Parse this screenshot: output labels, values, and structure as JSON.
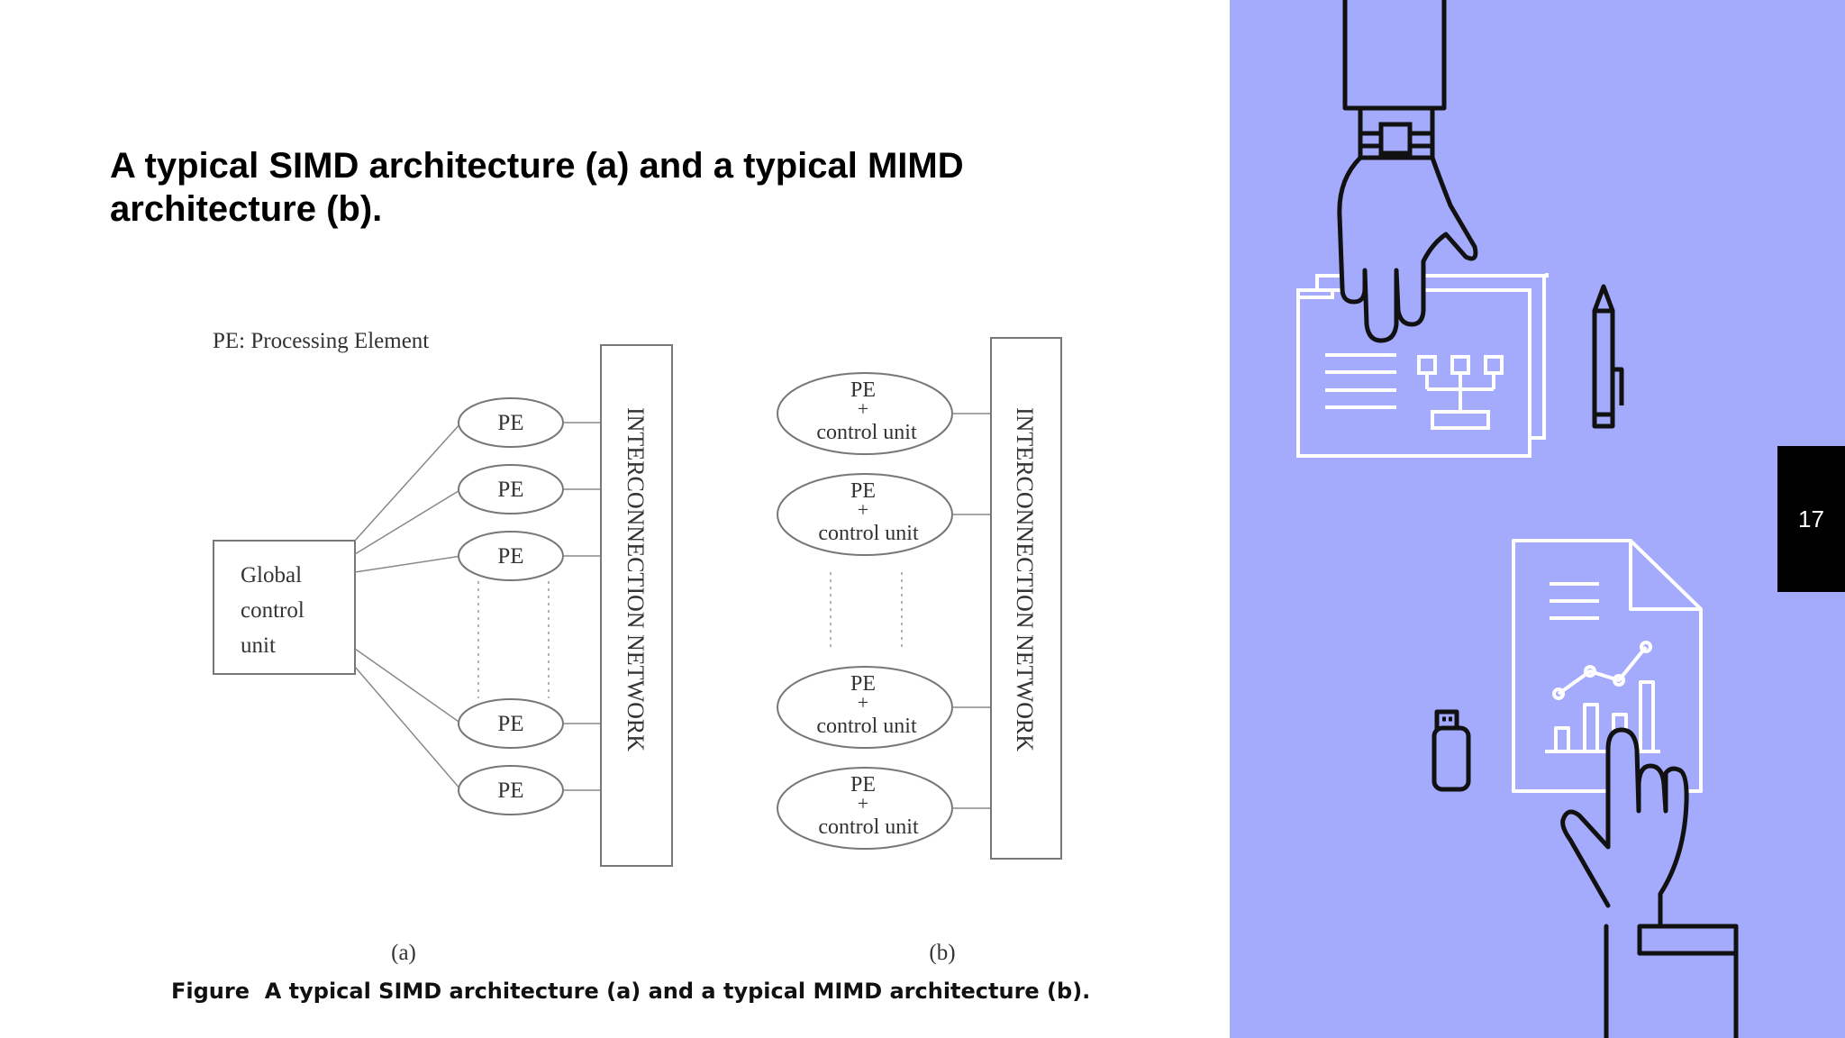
{
  "slide": {
    "title": "A typical SIMD architecture (a) and a typical MIMD architecture (b).",
    "caption": "Figure  A typical SIMD architecture (a) and a typical MIMD architecture (b).",
    "page_number": "17"
  },
  "diagram_a": {
    "legend": "PE: Processing Element",
    "control_lines": [
      "Global",
      "control",
      "unit"
    ],
    "pe_label": "PE",
    "network_label": "INTERCONNECTION NETWORK",
    "panel_label": "(a)"
  },
  "diagram_b": {
    "pe_label": "PE",
    "plus": "+",
    "control_label": "control unit",
    "network_label": "INTERCONNECTION NETWORK",
    "panel_label": "(b)"
  },
  "colors": {
    "panel_bg": "#a4abfc",
    "badge_bg": "#000000"
  },
  "icons": [
    "hand-icon",
    "document-folder-icon",
    "org-chart-icon",
    "pen-icon",
    "usb-drive-icon",
    "report-chart-icon",
    "wristwatch-icon"
  ]
}
